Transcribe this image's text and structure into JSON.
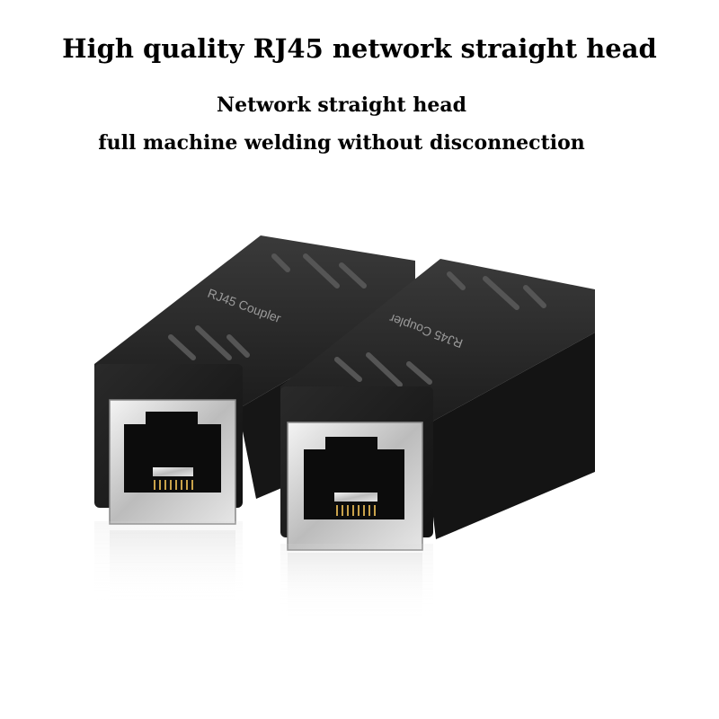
{
  "header": {
    "title": "High quality RJ45 network straight head",
    "subtitle": "Network straight head",
    "tagline": "full machine welding without disconnection"
  },
  "product": {
    "left_label": "RJ45 Coupler",
    "right_label": "RJ45 Coupler",
    "body_color": "#1f1f1f",
    "accent_color": "#c9a24a"
  }
}
